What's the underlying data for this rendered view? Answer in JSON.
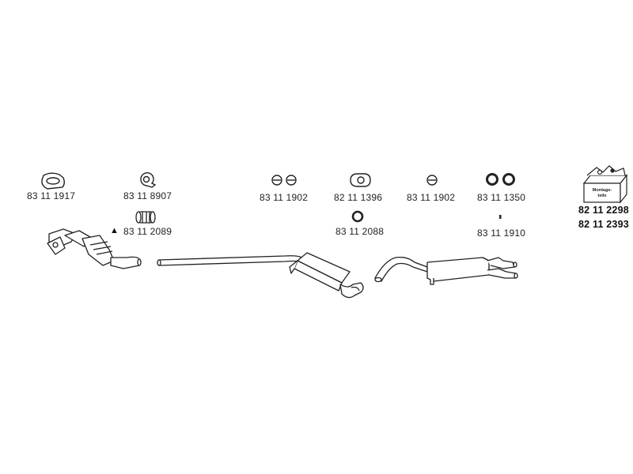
{
  "parts": [
    {
      "id": "p1",
      "number": "83 11 1917"
    },
    {
      "id": "p2",
      "number": "83 11 8907"
    },
    {
      "id": "p3",
      "number": "83 11 2089"
    },
    {
      "id": "p4",
      "number": "83 11 1902"
    },
    {
      "id": "p5",
      "number": "82 11 1396"
    },
    {
      "id": "p6",
      "number": "83 11 2088"
    },
    {
      "id": "p7",
      "number": "83 11 1902"
    },
    {
      "id": "p8",
      "number": "83 11 1350"
    },
    {
      "id": "p9",
      "number": "83 11 1910"
    }
  ],
  "kit": {
    "label_line1": "Montage-",
    "label_line2": "teile",
    "numbers": [
      "82 11 2298",
      "82 11 2393"
    ]
  },
  "warning_symbol": "▲",
  "colors": {
    "line": "#222222",
    "fill": "#ffffff",
    "text": "#222222"
  }
}
